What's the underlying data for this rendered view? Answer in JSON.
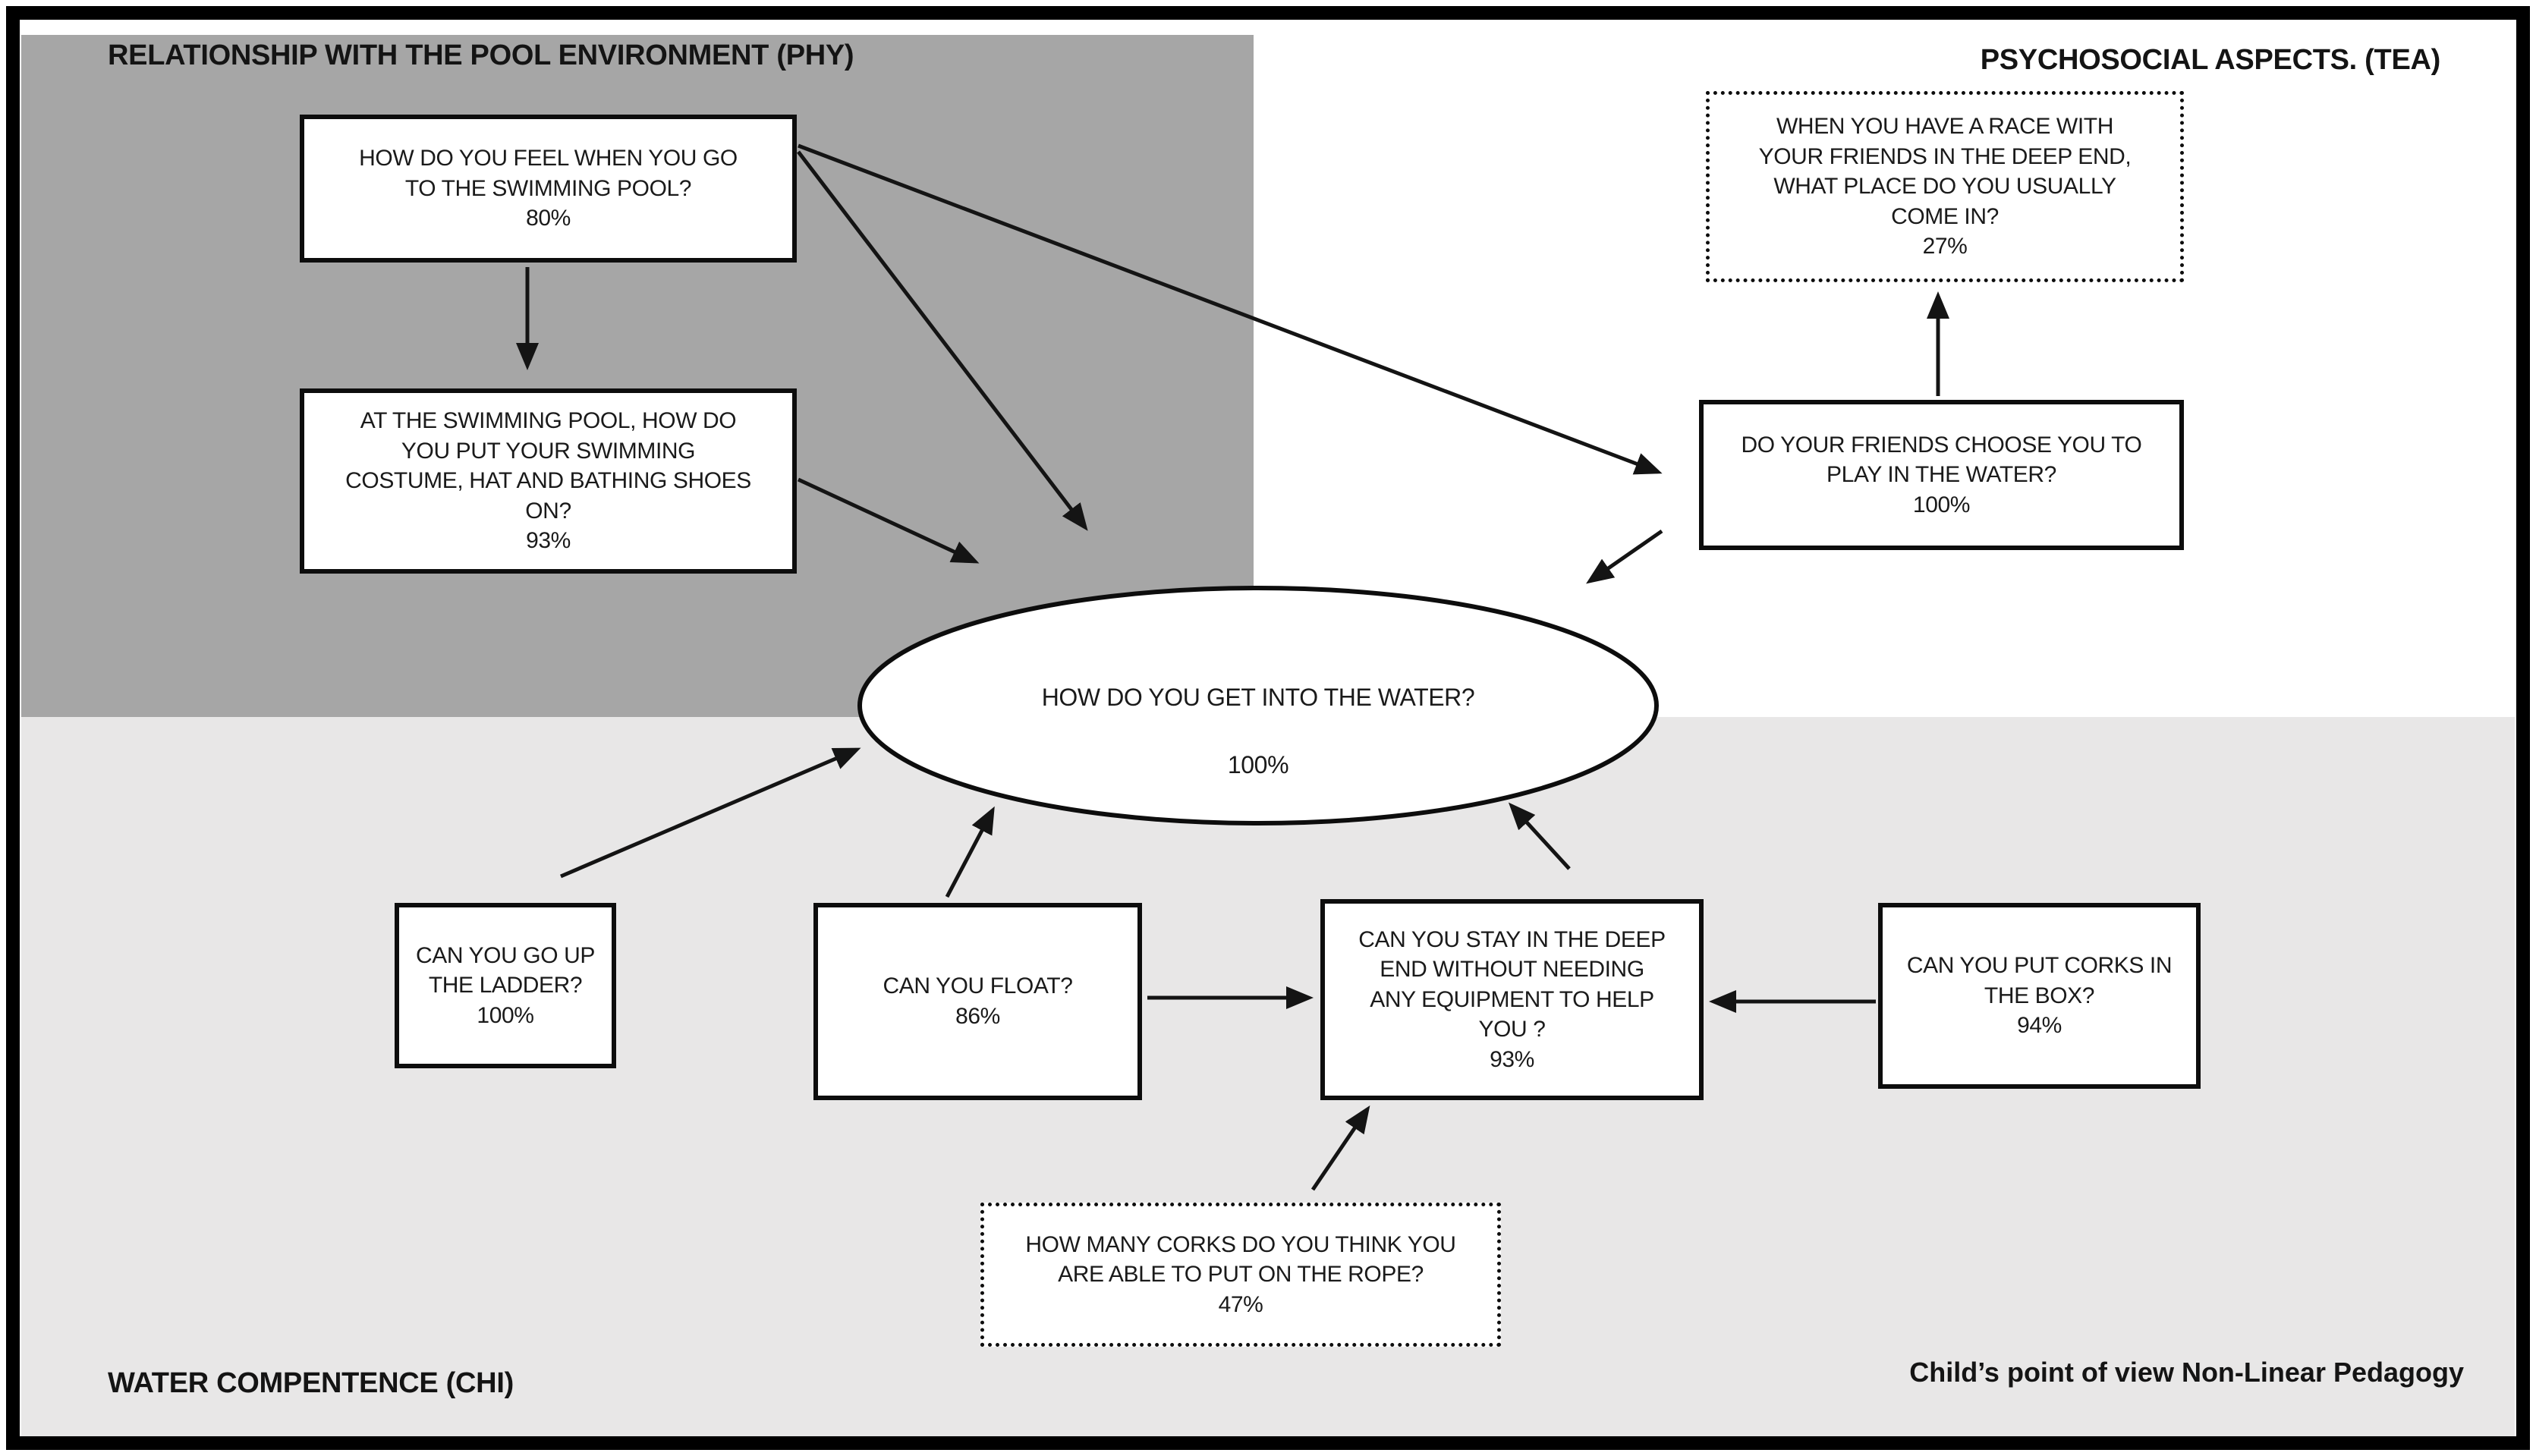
{
  "diagram": {
    "regions": {
      "phy": {
        "label": "RELATIONSHIP WITH THE POOL ENVIRONMENT (PHY)"
      },
      "tea": {
        "label": "PSYCHOSOCIAL ASPECTS. (TEA)"
      },
      "chi": {
        "label": "WATER COMPENTENCE (CHI)"
      }
    },
    "footer_note": "Child’s point of view Non-Linear Pedagogy",
    "nodes": {
      "feel": {
        "question": "HOW DO YOU FEEL WHEN YOU GO\nTO THE SWIMMING POOL?",
        "value": "80%",
        "region": "phy"
      },
      "costume": {
        "question": "AT THE SWIMMING POOL, HOW DO\nYOU PUT YOUR SWIMMING\nCOSTUME, HAT AND BATHING SHOES\nON?",
        "value": "93%",
        "region": "phy"
      },
      "water": {
        "question": "HOW DO YOU GET INTO THE WATER?",
        "value": "100%",
        "region": "center"
      },
      "race": {
        "question": "WHEN YOU HAVE A RACE WITH\nYOUR FRIENDS IN THE DEEP END,\nWHAT PLACE DO YOU USUALLY\nCOME IN?",
        "value": "27%",
        "region": "tea"
      },
      "friends": {
        "question": "DO YOUR FRIENDS CHOOSE YOU TO\nPLAY IN THE WATER?",
        "value": "100%",
        "region": "tea"
      },
      "ladder": {
        "question": "CAN YOU GO UP\nTHE LADDER?",
        "value": "100%",
        "region": "chi"
      },
      "float": {
        "question": "CAN YOU FLOAT?",
        "value": "86%",
        "region": "chi"
      },
      "deep": {
        "question": "CAN YOU STAY IN THE DEEP\nEND WITHOUT NEEDING\nANY EQUIPMENT TO HELP\nYOU ?",
        "value": "93%",
        "region": "chi"
      },
      "corks": {
        "question": "CAN YOU PUT CORKS IN\nTHE BOX?",
        "value": "94%",
        "region": "chi"
      },
      "rope": {
        "question": "HOW MANY CORKS DO YOU THINK YOU\nARE ABLE TO PUT ON THE ROPE?",
        "value": "47%",
        "region": "chi"
      }
    },
    "edges": [
      {
        "from": "feel",
        "to": "costume"
      },
      {
        "from": "feel",
        "to": "water"
      },
      {
        "from": "feel",
        "to": "friends"
      },
      {
        "from": "costume",
        "to": "water"
      },
      {
        "from": "friends",
        "to": "race"
      },
      {
        "from": "friends",
        "to": "water"
      },
      {
        "from": "ladder",
        "to": "water"
      },
      {
        "from": "float",
        "to": "water"
      },
      {
        "from": "float",
        "to": "deep"
      },
      {
        "from": "deep",
        "to": "water"
      },
      {
        "from": "corks",
        "to": "deep"
      },
      {
        "from": "rope",
        "to": "deep"
      }
    ],
    "colors": {
      "phy_background": "#a6a6a6",
      "tea_background": "#ffffff",
      "chi_background": "#e8e7e7",
      "node_fill": "#ffffff",
      "line": "#141414",
      "text": "#1a1a1a"
    }
  }
}
